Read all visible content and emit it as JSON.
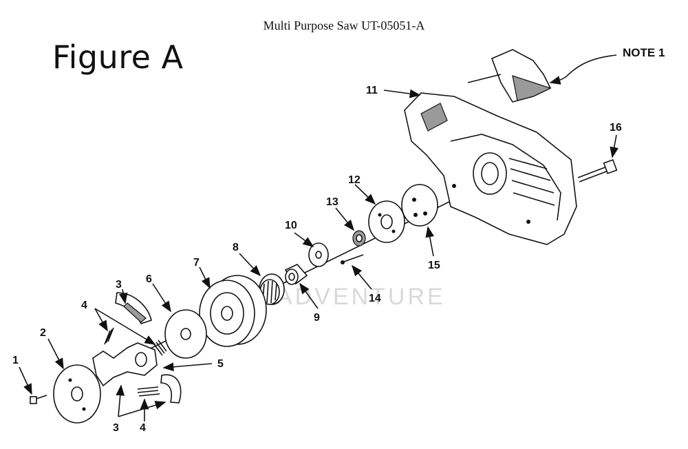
{
  "header": {
    "title": "Multi Purpose Saw UT-05051-A",
    "figure_label": "Figure A"
  },
  "watermark": "ADVENTURE",
  "callouts": {
    "c1": "1",
    "c2": "2",
    "c3a": "3",
    "c3b": "3",
    "c4a": "4",
    "c4b": "4",
    "c5": "5",
    "c6": "6",
    "c7": "7",
    "c8": "8",
    "c9": "9",
    "c10": "10",
    "c11": "11",
    "c12": "12",
    "c13": "13",
    "c14": "14",
    "c15": "15",
    "c16": "16"
  },
  "note": "NOTE 1"
}
